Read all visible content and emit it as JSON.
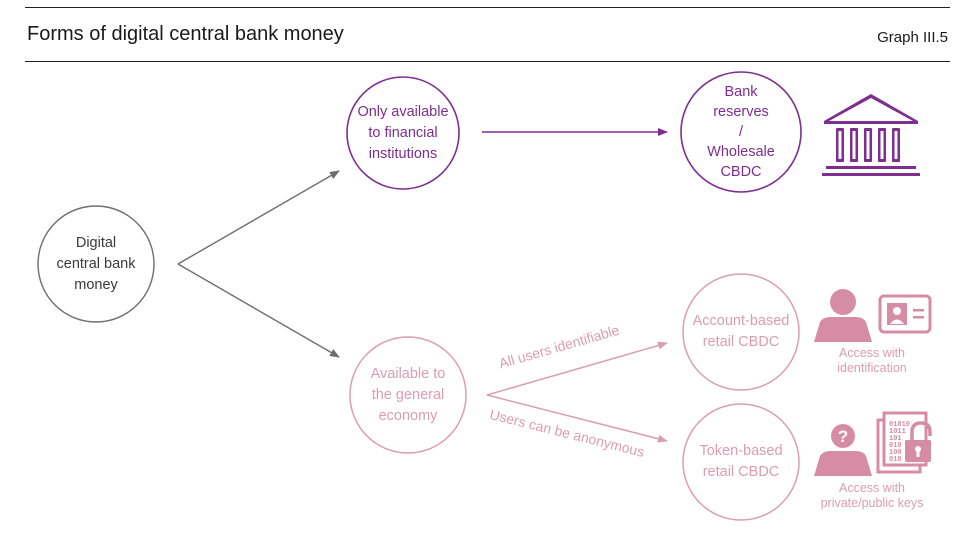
{
  "header": {
    "title": "Forms of digital central bank money",
    "graph_number": "Graph III.5"
  },
  "nodes": {
    "root": "Digital\ncentral bank\nmoney",
    "financial": "Only available\nto financial\ninstitutions",
    "general": "Available to\nthe general\neconomy",
    "wholesale": "Bank\nreserves\n/\nWholesale\nCBDC",
    "account": "Account-based\nretail CBDC",
    "token": "Token-based\nretail CBDC"
  },
  "edge_labels": {
    "identifiable": "All users identifiable",
    "anonymous": "Users can be anonymous"
  },
  "captions": {
    "identification": "Access with\nidentification",
    "keys": "Access with\nprivate/public keys"
  },
  "binary_text": [
    "01010",
    "1011",
    "101",
    "010",
    "100",
    "010"
  ],
  "icons": [
    "bank-building-icon",
    "user-icon",
    "id-card-icon",
    "user-question-icon",
    "binary-document-icon",
    "unlocked-padlock-icon"
  ],
  "colors": {
    "grey": "#7f7f7f",
    "purple": "#7d2e8e",
    "pink": "#dc9db1",
    "pink_fill": "#d78ca6",
    "text": "#1a1a1a"
  }
}
